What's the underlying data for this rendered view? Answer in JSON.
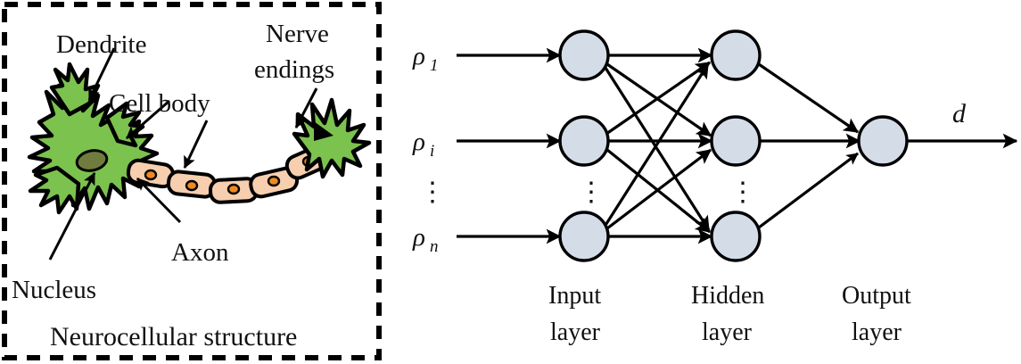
{
  "figure": {
    "title_implicit": "Neurocellular structure and artificial neural network analogy",
    "colors": {
      "cell_green": "#7cc24e",
      "cell_green_dark": "#000000",
      "axon_peach": "#f7cfae",
      "axon_nucleus_orange": "#ef8a22",
      "soma_nucleus_olive": "#6f7c3e",
      "node_fill": "#d4dce8",
      "node_stroke": "#000000",
      "stroke": "#000000",
      "background": "#ffffff"
    }
  },
  "left_panel": {
    "name": "neurocellular-structure-panel",
    "border_style": "dashed",
    "caption": "Neurocellular structure",
    "labels": [
      {
        "id": "dendrite",
        "text": "Dendrite"
      },
      {
        "id": "cell-body",
        "text": "Cell body"
      },
      {
        "id": "nerve-endings-line1",
        "text": "Nerve"
      },
      {
        "id": "nerve-endings-line2",
        "text": "endings"
      },
      {
        "id": "axon",
        "text": "Axon"
      },
      {
        "id": "nucleus",
        "text": "Nucleus"
      }
    ]
  },
  "right_panel": {
    "name": "neural-network-diagram",
    "inputs": [
      {
        "symbol": "ρ",
        "sub": "1"
      },
      {
        "symbol": "ρ",
        "sub": "i"
      },
      {
        "symbol": "⋮",
        "sub": ""
      },
      {
        "symbol": "ρ",
        "sub": "n"
      }
    ],
    "output_label": "d",
    "vertical_ellipsis": "⋮",
    "layers": [
      {
        "id": "input-layer",
        "line1": "Input",
        "line2": "layer",
        "node_count": 3
      },
      {
        "id": "hidden-layer",
        "line1": "Hidden",
        "line2": "layer",
        "node_count": 3
      },
      {
        "id": "output-layer",
        "line1": "Output",
        "line2": "layer",
        "node_count": 1
      }
    ]
  }
}
